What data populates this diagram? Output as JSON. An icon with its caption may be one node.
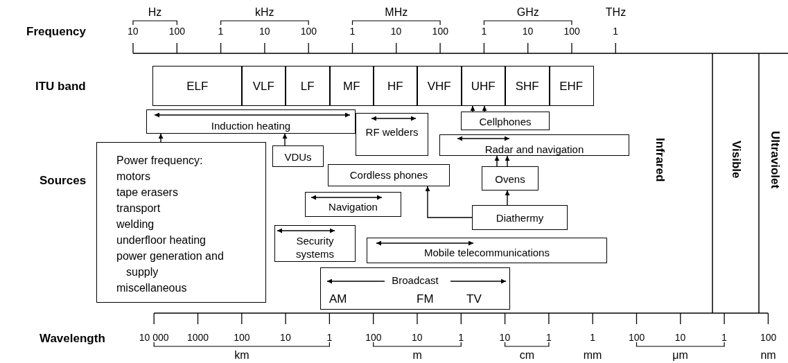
{
  "diagram": {
    "nodes": [
      {
        "text": [
          "ELF"
        ]
      },
      {
        "text": [
          "VLF"
        ]
      },
      {
        "text": [
          "LF"
        ]
      },
      {
        "text": [
          "MF"
        ]
      },
      {
        "text": [
          "HF"
        ]
      },
      {
        "text": [
          "VHF"
        ]
      },
      {
        "text": [
          "UHF"
        ]
      },
      {
        "text": [
          "SHF"
        ]
      },
      {
        "text": [
          "EHF"
        ]
      },
      {
        "text": [
          "Induction heating"
        ]
      },
      {
        "text": [
          "RF welders"
        ]
      },
      {
        "text": [
          "Cellphones"
        ]
      },
      {
        "text": [
          "Radar and navigation"
        ]
      },
      {
        "text": [
          "Power frequency:",
          "motors",
          "tape erasers",
          "transport",
          "welding",
          "underfloor heating",
          "power generation and supply",
          "miscellaneous"
        ]
      },
      {
        "text": [
          "VDUs"
        ]
      },
      {
        "text": [
          "Cordless phones"
        ]
      },
      {
        "text": [
          "Ovens"
        ]
      },
      {
        "text": [
          "Navigation"
        ]
      },
      {
        "text": [
          "Diathermy"
        ]
      },
      {
        "text": [
          "Security systems"
        ]
      },
      {
        "text": [
          "Mobile telecommunications"
        ]
      },
      {
        "text": [
          "Broadcast",
          "AM",
          "FM",
          "TV"
        ]
      }
    ],
    "edges": [
      {
        "from": 11,
        "to": 6,
        "arrow": "to"
      },
      {
        "from": 11,
        "to": 6,
        "arrow": "to"
      },
      {
        "from": 13,
        "to": 9,
        "arrow": "to"
      },
      {
        "from": 14,
        "to": 9,
        "arrow": "to"
      },
      {
        "from": 16,
        "to": 12,
        "arrow": "to"
      },
      {
        "from": 16,
        "to": 12,
        "arrow": "to"
      },
      {
        "from": 18,
        "to": 16,
        "arrow": "to"
      },
      {
        "from": 18,
        "to": 15,
        "arrow": "to"
      }
    ],
    "labels": [
      "Hz",
      "kHz",
      "MHz",
      "GHz",
      "THz",
      "Frequency",
      "10",
      "100",
      "1",
      "10",
      "100",
      "1",
      "10",
      "100",
      "1",
      "10",
      "100",
      "1",
      "ITU band",
      "Sources",
      "Infrared",
      "Visible",
      "Ultraviolet",
      "Wavelength",
      "10 000",
      "1000",
      "100",
      "10",
      "1",
      "100",
      "10",
      "1",
      "10",
      "1",
      "1",
      "100",
      "10",
      "1",
      "100",
      "km",
      "m",
      "cm",
      "mm",
      "μm",
      "nm"
    ]
  }
}
